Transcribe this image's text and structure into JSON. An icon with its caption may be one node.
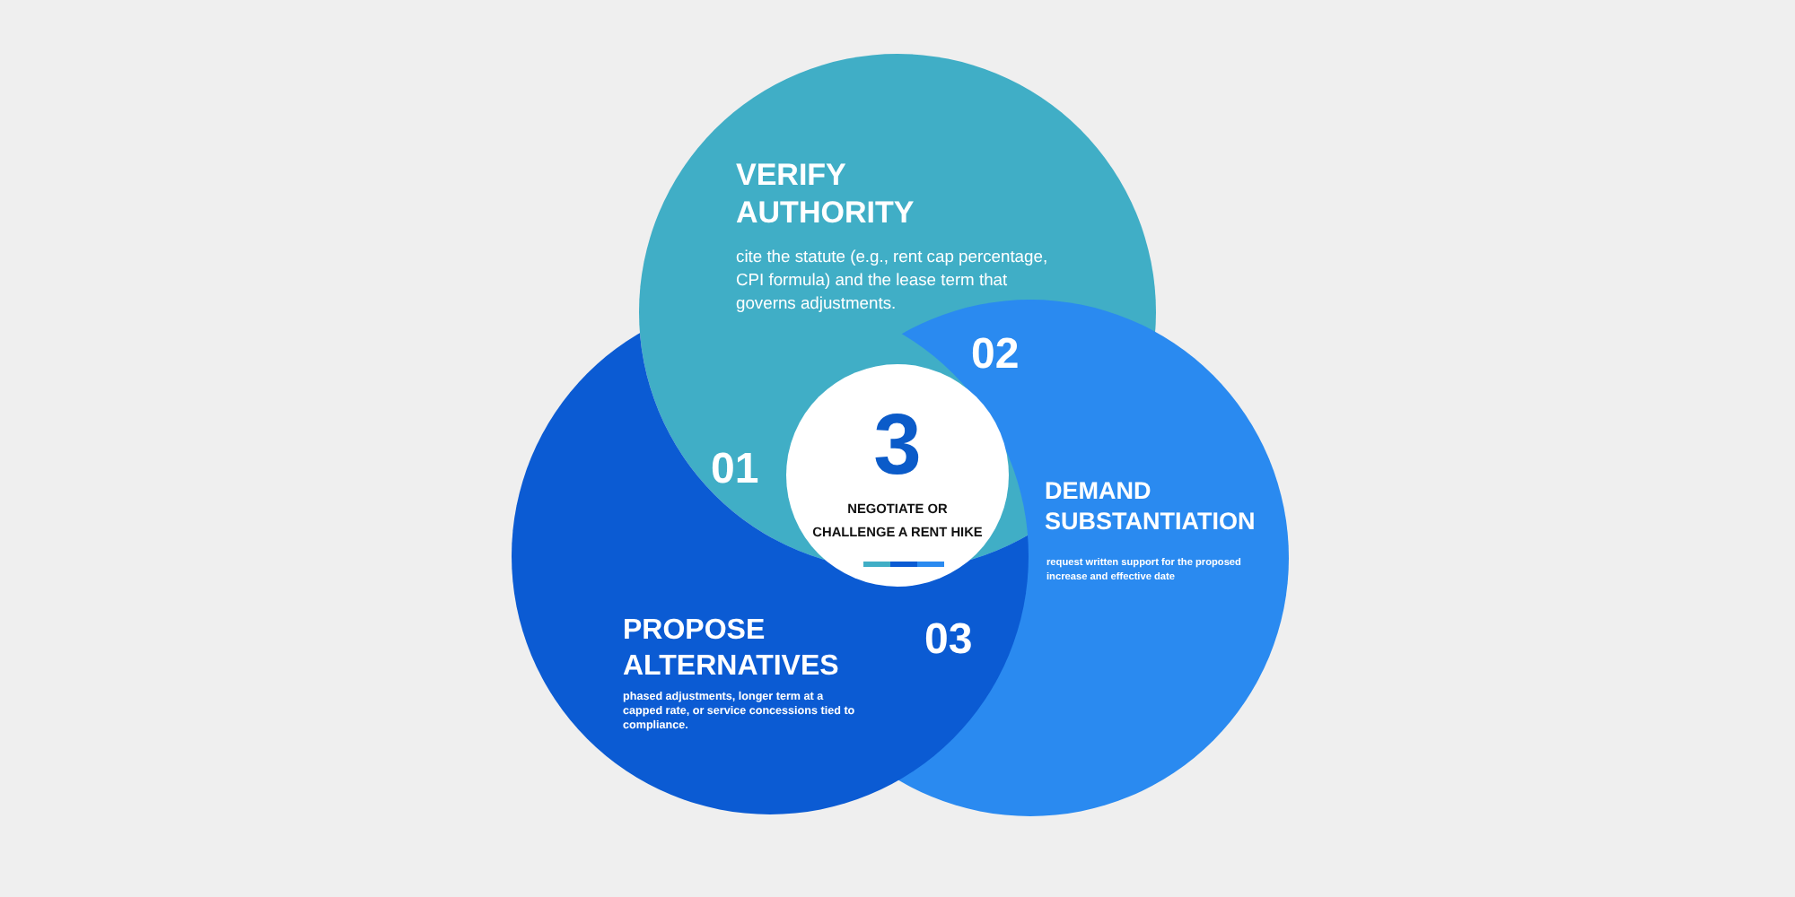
{
  "diagram": {
    "nodes": [
      {
        "text": [
          "VERIFY AUTHORITY",
          "cite the statute (e.g., rent cap percentage, CPI formula) and the lease term that governs adjustments.",
          "01"
        ]
      },
      {
        "text": [
          "02",
          "DEMAND SUBSTANTIATION",
          "request written support for the proposed increase and effective date"
        ]
      },
      {
        "text": [
          "PROPOSE ALTERNATIVES",
          "phased adjustments, longer term at a capped rate, or service concessions tied to compliance.",
          "03"
        ]
      },
      {
        "text": [
          "3",
          "NEGOTIATE OR CHALLENGE A RENT HIKE"
        ]
      }
    ]
  }
}
